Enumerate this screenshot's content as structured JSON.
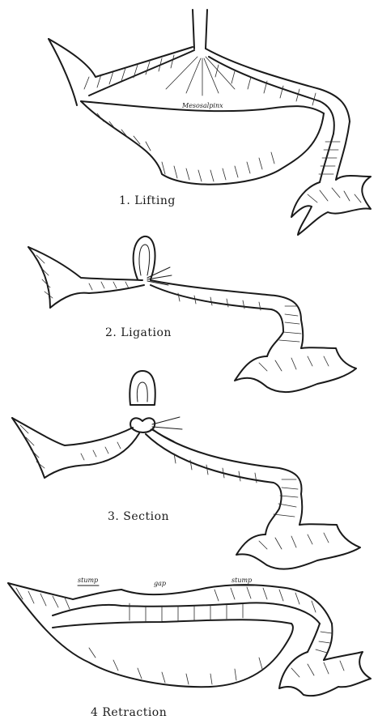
{
  "panels": [
    {
      "caption": "1. Lifting",
      "labels": {
        "center": "Mesosalpinx"
      }
    },
    {
      "caption": "2. Ligation"
    },
    {
      "caption": "3. Section"
    },
    {
      "caption": "4 Retraction",
      "labels": {
        "left": "stump",
        "middle": "gap",
        "right": "stump"
      }
    }
  ]
}
